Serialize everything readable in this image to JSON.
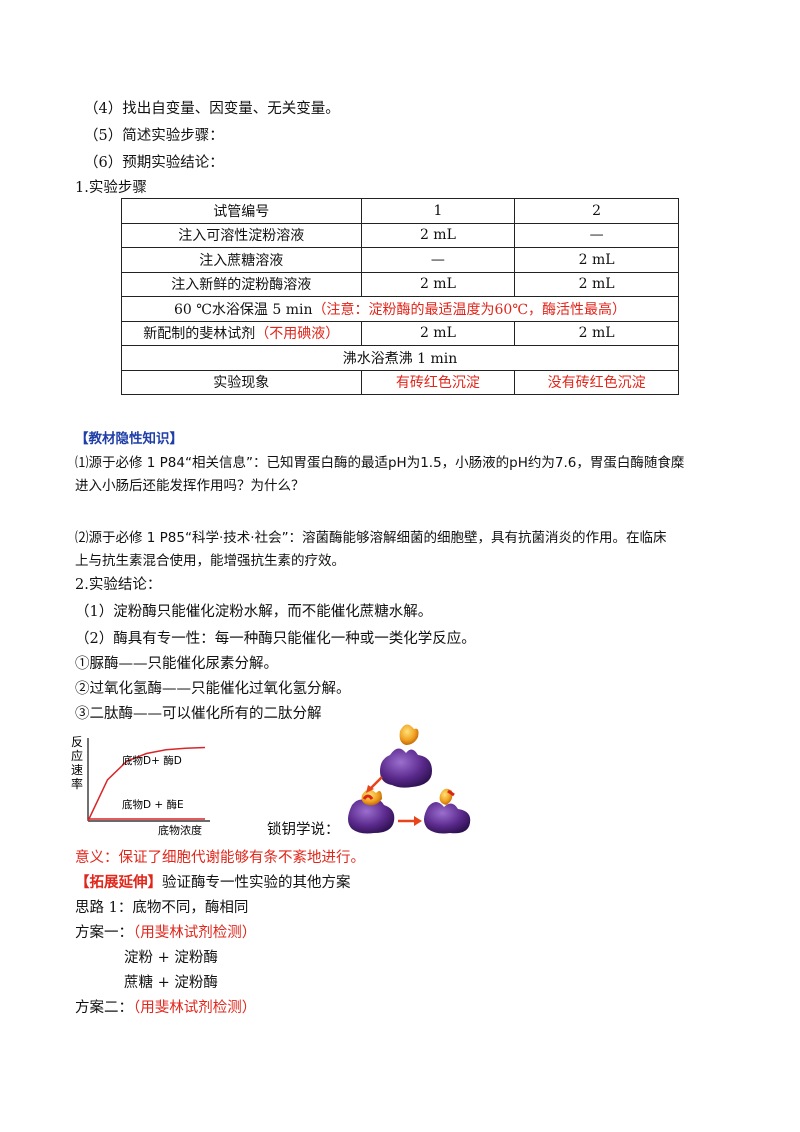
{
  "questions": {
    "q4": "（4）找出自变量、因变量、无关变量。",
    "q5": "（5）简述实验步骤：",
    "q6": "（6）预期实验结论："
  },
  "steps_heading": "1.实验步骤",
  "table": {
    "header": [
      "试管编号",
      "1",
      "2"
    ],
    "r1": [
      "注入可溶性淀粉溶液",
      "2 mL",
      "—"
    ],
    "r2": [
      "注入蔗糖溶液",
      "—",
      "2 mL"
    ],
    "r3": [
      "注入新鲜的淀粉酶溶液",
      "2 mL",
      "2 mL"
    ],
    "r4_main": "60 ℃水浴保温 5 min",
    "r4_note": "（注意：淀粉酶的最适温度为60℃，酶活性最高）",
    "r5_label": "新配制的斐林试剂",
    "r5_note": "（不用碘液）",
    "r5_c1": "2 mL",
    "r5_c2": "2 mL",
    "r6": "沸水浴煮沸 1 min",
    "r7": [
      "实验现象",
      "有砖红色沉淀",
      "没有砖红色沉淀"
    ]
  },
  "hidden_knowledge": {
    "title": "【教材隐性知识】",
    "p1_line1": "⑴源于必修 1 P84“相关信息”：已知胃蛋白酶的最适pH为1.5，小肠液的pH约为7.6，胃蛋白酶随食糜",
    "p1_line2": "进入小肠后还能发挥作用吗？为什么？",
    "p2_line1": "⑵源于必修 1 P85“科学·技术·社会”：溶菌酶能够溶解细菌的细胞壁，具有抗菌消炎的作用。在临床",
    "p2_line2": "上与抗生素混合使用，能增强抗生素的疗效。"
  },
  "conclusion": {
    "heading": "2.实验结论：",
    "c1": "（1）淀粉酶只能催化淀粉水解，而不能催化蔗糖水解。",
    "c2": "（2）酶具有专一性：每一种酶只能催化一种或一类化学反应。",
    "e1": "①脲酶——只能催化尿素分解。",
    "e2": "②过氧化氢酶——只能催化过氧化氢分解。",
    "e3": "③二肽酶——可以催化所有的二肽分解"
  },
  "chart_data": {
    "type": "line",
    "ylabel": "反应速率",
    "xlabel": "底物浓度",
    "series": [
      {
        "name": "底物D+ 酶D",
        "values": [
          0,
          0.55,
          0.8,
          0.9,
          0.95,
          0.97,
          0.98
        ]
      },
      {
        "name": "底物D + 酶E",
        "values": [
          0,
          0,
          0,
          0,
          0,
          0,
          0
        ]
      }
    ],
    "x": [
      0,
      1,
      2,
      3,
      4,
      5,
      6
    ]
  },
  "lock_key_label": "锁钥学说：",
  "meaning": "意义：保证了细胞代谢能够有条不紊地进行。",
  "extension": {
    "tag": "【拓展延伸】",
    "title": "验证酶专一性实验的其他方案",
    "idea1": "思路 1：底物不同，酶相同",
    "plan1_label": "方案一：",
    "plan1_note": "（用斐林试剂检测）",
    "plan1_a": "淀粉  +  淀粉酶",
    "plan1_b": "蔗糖  +  淀粉酶",
    "plan2_label": "方案二：",
    "plan2_note": "（用斐林试剂检测）"
  },
  "colors": {
    "red": "#e0261b",
    "blue": "#1f3ea8",
    "enzyme": "#5b2a8c"
  }
}
